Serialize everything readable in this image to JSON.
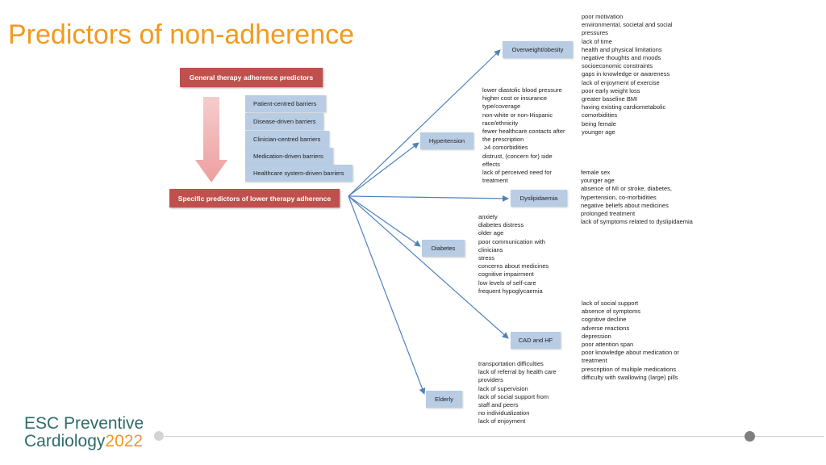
{
  "title": "Predictors of non-adherence",
  "general_box": "General therapy adherence predictors",
  "specific_box": "Specific predictors of lower therapy adherence",
  "barriers": [
    "Patient-centred barriers",
    "Disease-driven barriers",
    "Clinician-centred barriers",
    "Medication-driven barriers",
    "Healthcare system-driven barriers"
  ],
  "nodes": {
    "overweight": "Overweight/obesity",
    "hypertension": "Hypertension",
    "dyslipidaemia": "Dyslipidaemia",
    "diabetes": "Diabetes",
    "cad_hf": "CAD and HF",
    "elderly": "Elderly"
  },
  "lists": {
    "overweight": [
      "poor motivation",
      "environmental, societal and social",
      "pressures",
      "lack of time",
      "health and physical limitations",
      "negative thoughts and moods",
      "socioeconomic constraints",
      "gaps in knowledge or awareness",
      "lack of enjoyment of exercise",
      "poor early weight loss",
      "greater baseline BMI",
      "having existing cardiometabolic",
      "comorbidities",
      "being female",
      "younger age"
    ],
    "hypertension": [
      "lower diastolic blood pressure",
      "higher cost or insurance",
      "type/coverage",
      "non-white or non-Hispanic",
      "race/ethnicity",
      "fewer healthcare contacts after",
      "the prescription",
      "≥4 comorbidities",
      "distrust, (concern for) side",
      "effects",
      "lack of perceived need for",
      "treatment"
    ],
    "dyslipidaemia": [
      "female sex",
      "younger age",
      "absence of MI or stroke, diabetes,",
      "hypertension, co-morbidities",
      "negative beliefs about medicines",
      "prolonged treatment",
      "lack of symptoms related to dyslipidaemia"
    ],
    "diabetes": [
      "anxiety",
      "diabetes distress",
      "older age",
      "poor communication with",
      "clinicians",
      "stress",
      "concerns about medicines",
      "cognitive impairment",
      "low levels of self-care",
      "frequent hypoglycaemia"
    ],
    "cad_hf": [
      "lack of social support",
      "absence of symptoms",
      "cognitive decline",
      "adverse reactions",
      "depression",
      "poor attention span",
      "poor knowledge about medication or",
      "treatment",
      "prescription of multiple medications",
      "difficulty with swallowing (large) pills"
    ],
    "elderly": [
      "transportation difficulties",
      "lack of referral by health care",
      "providers",
      "lack of supervision",
      "lack of social support from",
      "staff and peers",
      "no individualization",
      "lack of enjoyment"
    ]
  },
  "footer": {
    "line1": "ESC Preventive",
    "line2": "Cardiology",
    "year": "2022"
  },
  "colors": {
    "title": "#f29a1f",
    "red_box": "#c0504d",
    "blue_box": "#b8cce4",
    "connector": "#4f81bd",
    "arrow": "#f2b8b8",
    "footer_text": "#2e6b6a"
  }
}
